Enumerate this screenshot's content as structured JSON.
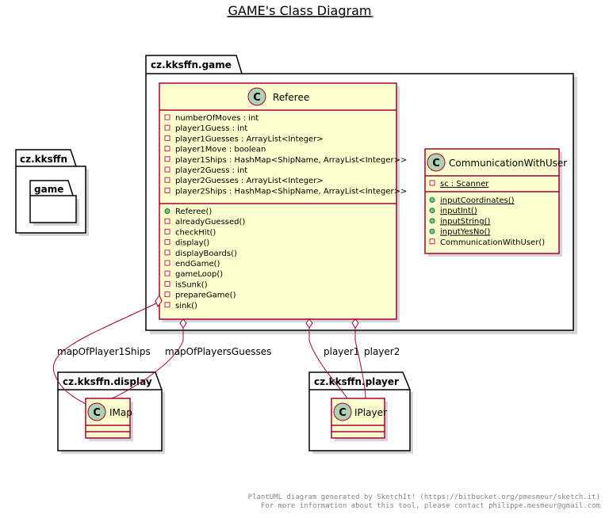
{
  "title": "GAME's Class Diagram",
  "packages": {
    "root": "cz.kksffn",
    "root_child": "game",
    "game": "cz.kksffn.game",
    "display": "cz.kksffn.display",
    "player": "cz.kksffn.player"
  },
  "classes": {
    "referee": {
      "stereotype": "C",
      "name": "Referee",
      "fields": [
        "numberOfMoves : int",
        "player1Guess : int",
        "player1Guesses : ArrayList<Integer>",
        "player1Move : boolean",
        "player1Ships : HashMap<ShipName, ArrayList<Integer>>",
        "player2Guess : int",
        "player2Guesses : ArrayList<Integer>",
        "player2Ships : HashMap<ShipName, ArrayList<Integer>>"
      ],
      "methods": [
        "Referee()",
        "alreadyGuessed()",
        "checkHit()",
        "display()",
        "displayBoards()",
        "endGame()",
        "gameLoop()",
        "isSunk()",
        "prepareGame()",
        "sink()"
      ]
    },
    "comm": {
      "stereotype": "C",
      "name": "CommunicationWithUser",
      "fields": [
        "sc : Scanner"
      ],
      "methods": [
        "inputCoordinates()",
        "inputInt()",
        "inputString()",
        "inputYesNo()",
        "CommunicationWithUser()"
      ]
    },
    "imap": {
      "stereotype": "C",
      "name": "IMap"
    },
    "iplayer": {
      "stereotype": "C",
      "name": "IPlayer"
    }
  },
  "relations": {
    "map1": "mapOfPlayer1Ships",
    "guesses": "mapOfPlayersGuesses",
    "player1": "player1",
    "player2": "player2"
  },
  "footer": {
    "line1": "PlantUML diagram generated by SketchIt! (https://bitbucket.org/pmesmeur/sketch.it)",
    "line2": "For more information about this tool, please contact philippe.mesmeur@gmail.com"
  },
  "colors": {
    "class_fill": "#FEFECE",
    "class_border": "#A80036",
    "circle_fill": "#ADD1B2",
    "line": "#A80036"
  }
}
